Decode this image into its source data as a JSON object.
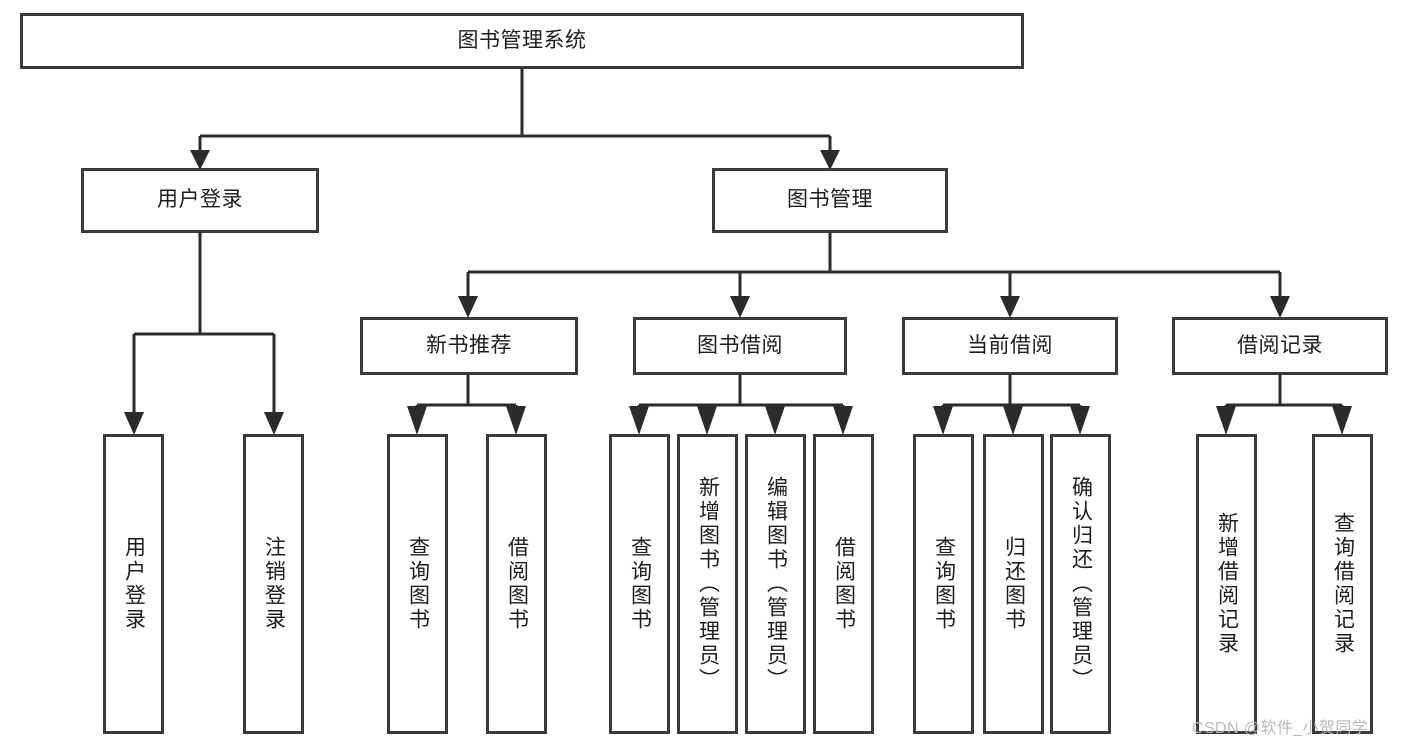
{
  "diagram": {
    "title": "图书管理系统",
    "type": "tree",
    "orientation": "top-down",
    "watermark": "CSDN @软件_小贺同学",
    "colors": {
      "box_stroke": "#3a3a3a",
      "connector": "#2b2b2b",
      "box_fill": "#ffffff",
      "text": "#1d1d1d",
      "watermark": "#b9b9b9",
      "background": "#ffffff"
    },
    "nodes": {
      "root": {
        "label": "图书管理系统"
      },
      "level1": [
        {
          "id": "user-login",
          "label": "用户登录"
        },
        {
          "id": "book-manage",
          "label": "图书管理"
        }
      ],
      "level2": [
        {
          "id": "new-book-recommend",
          "label": "新书推荐",
          "parent": "book-manage"
        },
        {
          "id": "book-borrow",
          "label": "图书借阅",
          "parent": "book-manage"
        },
        {
          "id": "current-borrow",
          "label": "当前借阅",
          "parent": "book-manage"
        },
        {
          "id": "borrow-record",
          "label": "借阅记录",
          "parent": "book-manage"
        }
      ],
      "leaves": {
        "user-login": [
          {
            "id": "leaf-user-login",
            "label": "用户登录"
          },
          {
            "id": "leaf-user-logout",
            "label": "注销登录"
          }
        ],
        "new-book-recommend": [
          {
            "id": "leaf-query-book-1",
            "label": "查询图书"
          },
          {
            "id": "leaf-borrow-book-1",
            "label": "借阅图书"
          }
        ],
        "book-borrow": [
          {
            "id": "leaf-query-book-2",
            "label": "查询图书"
          },
          {
            "id": "leaf-add-book",
            "label": "新增图书（管理员）"
          },
          {
            "id": "leaf-edit-book",
            "label": "编辑图书（管理员）"
          },
          {
            "id": "leaf-borrow-book-2",
            "label": "借阅图书"
          }
        ],
        "current-borrow": [
          {
            "id": "leaf-query-book-3",
            "label": "查询图书"
          },
          {
            "id": "leaf-return-book",
            "label": "归还图书"
          },
          {
            "id": "leaf-confirm-return",
            "label": "确认归还（管理员）"
          }
        ],
        "borrow-record": [
          {
            "id": "leaf-add-record",
            "label": "新增借阅记录"
          },
          {
            "id": "leaf-query-record",
            "label": "查询借阅记录"
          }
        ]
      }
    }
  }
}
